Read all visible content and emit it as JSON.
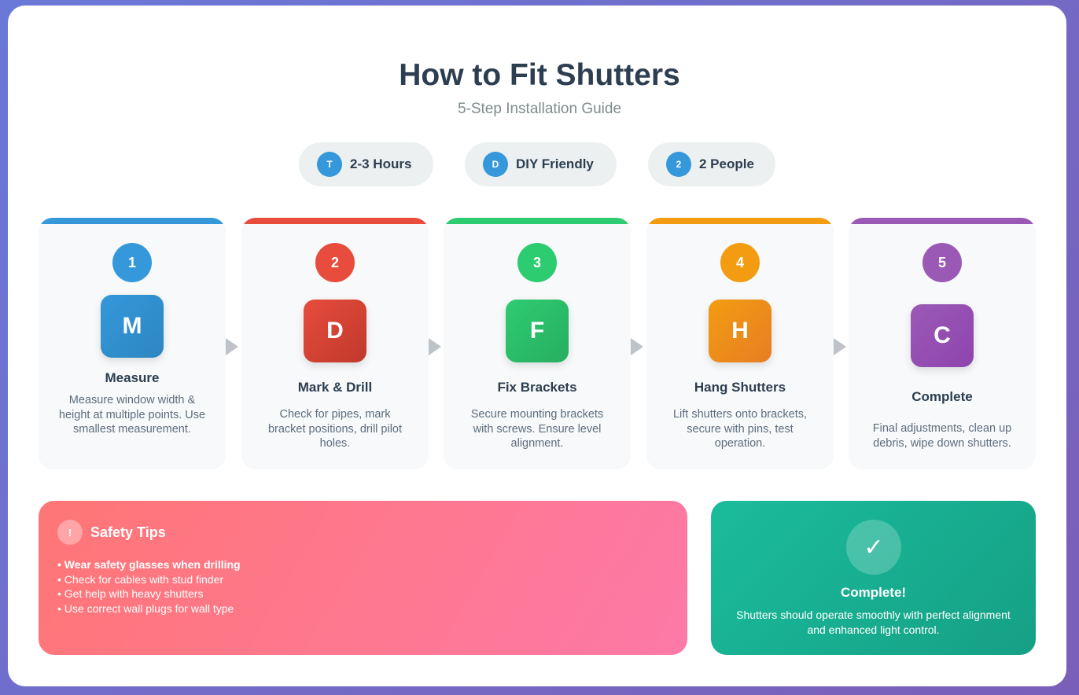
{
  "header": {
    "title": "How to Fit Shutters",
    "subtitle": "5-Step Installation Guide"
  },
  "badges": [
    {
      "icon": "T",
      "label": "2-3 Hours"
    },
    {
      "icon": "D",
      "label": "DIY Friendly"
    },
    {
      "icon": "2",
      "label": "2 People"
    }
  ],
  "steps": [
    {
      "number": "1",
      "letter": "M",
      "name": "Measure",
      "description": "Measure window width & height at multiple points. Use smallest measurement.",
      "color": "#3498db"
    },
    {
      "number": "2",
      "letter": "D",
      "name": "Mark & Drill",
      "description": "Check for pipes, mark bracket positions, drill pilot holes.",
      "color": "#e74c3c"
    },
    {
      "number": "3",
      "letter": "F",
      "name": "Fix Brackets",
      "description": "Secure mounting brackets with screws. Ensure level alignment.",
      "color": "#2ecc71"
    },
    {
      "number": "4",
      "letter": "H",
      "name": "Hang Shutters",
      "description": "Lift shutters onto brackets, secure with pins, test operation.",
      "color": "#f39c12"
    },
    {
      "number": "5",
      "letter": "C",
      "name": "Complete",
      "description": "Final adjustments, clean up debris, wipe down shutters.",
      "color": "#9b59b6"
    }
  ],
  "safety": {
    "icon": "!",
    "title": "Safety Tips",
    "tips": [
      "• Wear safety glasses when drilling",
      "• Check for cables with stud finder",
      "• Get help with heavy shutters",
      "• Use correct wall plugs for wall type"
    ]
  },
  "completion": {
    "icon": "✓",
    "title": "Complete!",
    "description": "Shutters should operate smoothly with perfect alignment and enhanced light control."
  }
}
